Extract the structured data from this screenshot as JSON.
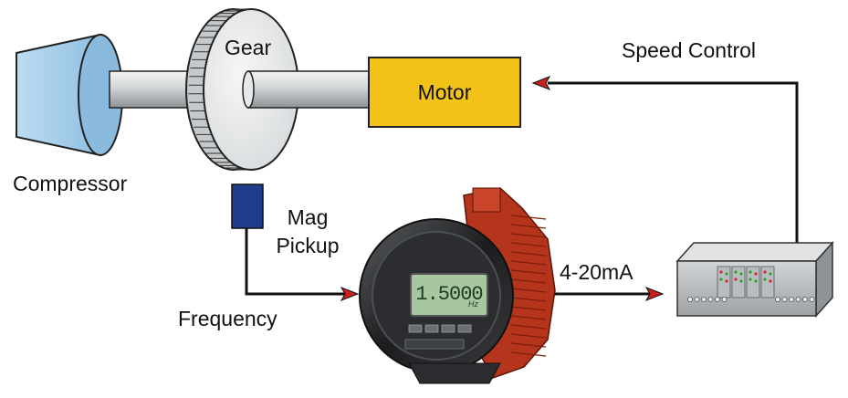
{
  "diagram": {
    "components": {
      "compressor": "Compressor",
      "gear": "Gear",
      "motor": "Motor",
      "mag_pickup": "Mag\nPickup",
      "display_value": "1.5000",
      "display_unit": "Hz"
    },
    "signals": {
      "frequency": "Frequency",
      "current_loop": "4-20mA",
      "speed_control": "Speed Control"
    },
    "colors": {
      "compressor": "#9ec8e6",
      "shaft": "#c9cccd",
      "gear": "#e8eaeb",
      "motor": "#f2c218",
      "pickup": "#1f3d8a",
      "meter_housing": "#b5341c",
      "lcd": "#a6c7a0",
      "arrow_head": "#cc1f1f"
    }
  }
}
